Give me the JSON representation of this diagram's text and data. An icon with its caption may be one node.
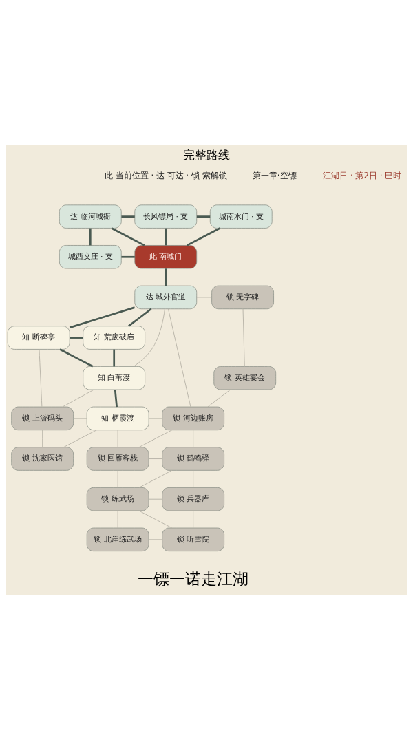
{
  "diagram": {
    "title": "完整路线",
    "caption": "一镖一诺走江湖",
    "nodes": [
      {
        "text": [
          "达 临河城衙"
        ]
      },
      {
        "text": [
          "长风镖局 · 支"
        ]
      },
      {
        "text": [
          "城南水门 · 支"
        ]
      },
      {
        "text": [
          "城西义庄 · 支"
        ]
      },
      {
        "text": [
          "此 南城门"
        ]
      },
      {
        "text": [
          "达 城外官道"
        ]
      },
      {
        "text": [
          "锁 无字碑"
        ]
      },
      {
        "text": [
          "知 断碑亭"
        ]
      },
      {
        "text": [
          "知 荒废破庙"
        ]
      },
      {
        "text": [
          "知 白苇渡"
        ]
      },
      {
        "text": [
          "锁 英雄宴会"
        ]
      },
      {
        "text": [
          "锁 上游码头"
        ]
      },
      {
        "text": [
          "知 栖霞渡"
        ]
      },
      {
        "text": [
          "锁 河边账房"
        ]
      },
      {
        "text": [
          "锁 沈家医馆"
        ]
      },
      {
        "text": [
          "锁 回雁客栈"
        ]
      },
      {
        "text": [
          "锁 鹤鸣驿"
        ]
      },
      {
        "text": [
          "锁 练武场"
        ]
      },
      {
        "text": [
          "锁 兵器库"
        ]
      },
      {
        "text": [
          "锁 北崖练武场"
        ]
      },
      {
        "text": [
          "锁 听雪院"
        ]
      }
    ],
    "edges": [
      {
        "from": 0,
        "to": 1,
        "arrow": "none",
        "style": "thick",
        "color": "#4a5a52"
      },
      {
        "from": 1,
        "to": 2,
        "arrow": "none",
        "style": "thick",
        "color": "#4a5a52"
      },
      {
        "from": 0,
        "to": 3,
        "arrow": "none",
        "style": "thick",
        "color": "#4a5a52"
      },
      {
        "from": 0,
        "to": 4,
        "arrow": "none",
        "style": "thick",
        "color": "#4a5a52"
      },
      {
        "from": 1,
        "to": 4,
        "arrow": "none",
        "style": "thick",
        "color": "#4a5a52"
      },
      {
        "from": 2,
        "to": 4,
        "arrow": "none",
        "style": "thick",
        "color": "#4a5a52"
      },
      {
        "from": 3,
        "to": 4,
        "arrow": "none",
        "style": "thick",
        "color": "#4a5a52"
      },
      {
        "from": 4,
        "to": 5,
        "arrow": "none",
        "style": "thick",
        "color": "#4a5a52"
      },
      {
        "from": 5,
        "to": 6,
        "arrow": "none"
      },
      {
        "from": 5,
        "to": 7,
        "arrow": "none",
        "style": "thick",
        "color": "#4a5a52"
      },
      {
        "from": 5,
        "to": 8,
        "arrow": "none",
        "style": "thick",
        "color": "#4a5a52"
      },
      {
        "from": 7,
        "to": 8,
        "arrow": "none",
        "style": "thick",
        "color": "#4a5a52"
      },
      {
        "from": 5,
        "to": 9,
        "arrow": "none"
      },
      {
        "from": 5,
        "to": 13,
        "arrow": "none"
      },
      {
        "from": 6,
        "to": 10,
        "arrow": "none"
      },
      {
        "from": 7,
        "to": 11,
        "arrow": "none"
      },
      {
        "from": 7,
        "to": 9,
        "arrow": "none",
        "style": "thick",
        "color": "#4a5a52"
      },
      {
        "from": 8,
        "to": 9,
        "arrow": "none",
        "style": "thick",
        "color": "#4a5a52"
      },
      {
        "from": 9,
        "to": 12,
        "arrow": "none",
        "style": "thick",
        "color": "#4a5a52"
      },
      {
        "from": 9,
        "to": 11,
        "arrow": "none"
      },
      {
        "from": 10,
        "to": 13,
        "arrow": "none"
      },
      {
        "from": 11,
        "to": 12,
        "arrow": "none"
      },
      {
        "from": 12,
        "to": 13,
        "arrow": "none"
      },
      {
        "from": 11,
        "to": 14,
        "arrow": "none"
      },
      {
        "from": 12,
        "to": 14,
        "arrow": "none"
      },
      {
        "from": 12,
        "to": 15,
        "arrow": "none"
      },
      {
        "from": 13,
        "to": 15,
        "arrow": "none"
      },
      {
        "from": 13,
        "to": 16,
        "arrow": "none"
      },
      {
        "from": 15,
        "to": 16,
        "arrow": "none"
      },
      {
        "from": 15,
        "to": 17,
        "arrow": "none"
      },
      {
        "from": 16,
        "to": 17,
        "arrow": "none"
      },
      {
        "from": 16,
        "to": 18,
        "arrow": "none"
      },
      {
        "from": 17,
        "to": 18,
        "arrow": "none"
      },
      {
        "from": 17,
        "to": 19,
        "arrow": "none"
      },
      {
        "from": 17,
        "to": 20,
        "arrow": "none"
      },
      {
        "from": 18,
        "to": 20,
        "arrow": "none"
      },
      {
        "from": 19,
        "to": 20,
        "arrow": "none"
      }
    ],
    "labels": [
      "此 当前位置 · 达 可达 · 锁 索解锁",
      "第一章·空镖",
      "江湖日 · 第2日 · 巳时"
    ]
  }
}
